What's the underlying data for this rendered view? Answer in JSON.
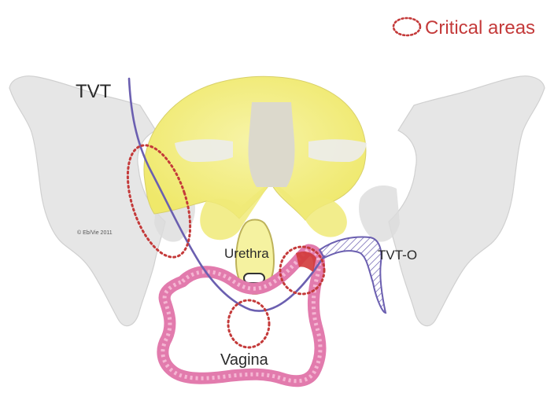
{
  "legend": {
    "text": "Critical areas",
    "color": "#c43a3a"
  },
  "labels": {
    "tvt": "TVT",
    "tvt_o": "TVT-O",
    "urethra": "Urethra",
    "vagina": "Vagina",
    "copyright": "© Eb/Vie 2011"
  },
  "colors": {
    "bone": "#e6e6e6",
    "bone_stroke": "#cfcfcf",
    "pubic_bone": "#f2ef8a",
    "pubic_bone_edge": "#c9c35a",
    "vagina": "#e58ab4",
    "tvt_tape": "#6b5fb0",
    "critical": "#c43a3a"
  }
}
